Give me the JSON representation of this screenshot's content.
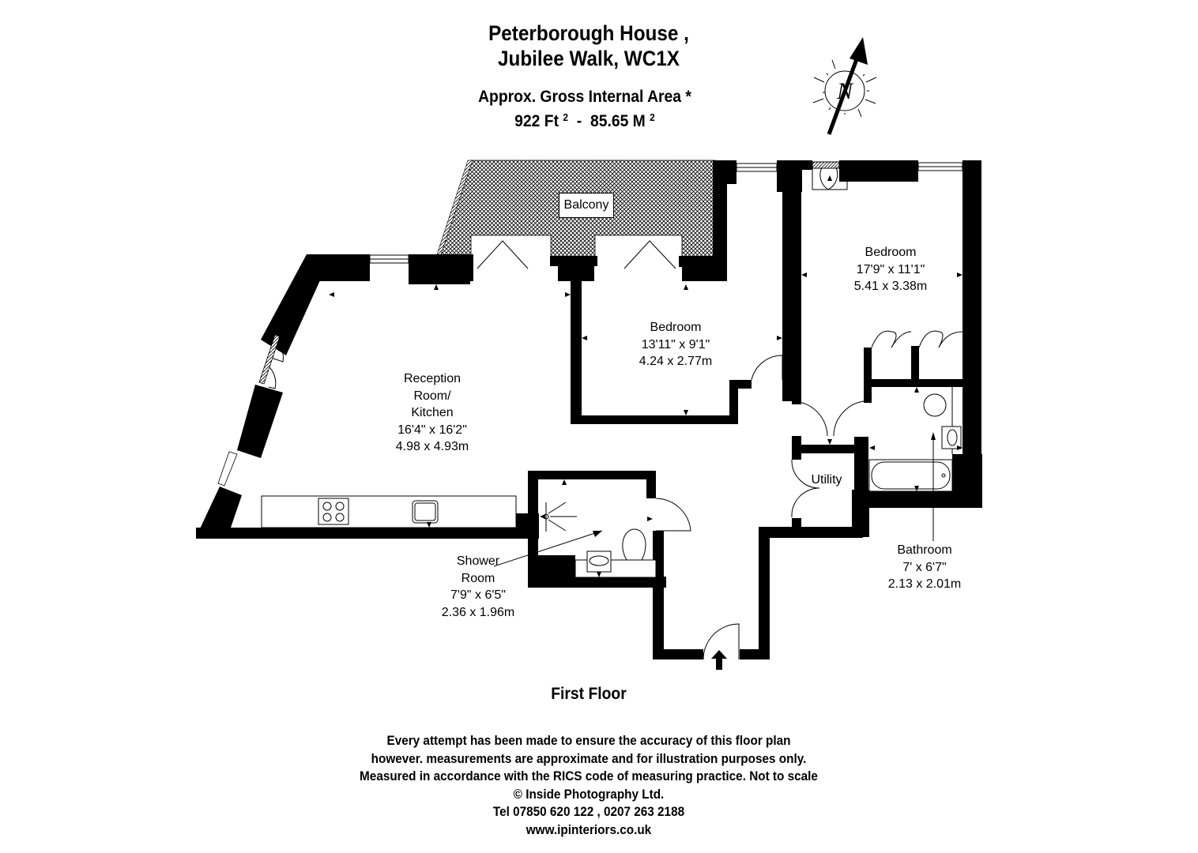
{
  "header": {
    "title_line1": "Peterborough House ,",
    "title_line2": "Jubilee Walk, WC1X",
    "area_label": "Approx. Gross Internal Area *",
    "area_sqft": "922 Ft",
    "area_separator": "-",
    "area_sqm": "85.65 M",
    "area_unit_sup": "2"
  },
  "compass": {
    "icon": "north-arrow-icon",
    "label": "N"
  },
  "rooms": {
    "balcony": {
      "name": "Balcony"
    },
    "reception": {
      "name_line1": "Reception",
      "name_line2": "Room/",
      "name_line3": "Kitchen",
      "imperial": "16'4\" x 16'2\"",
      "metric": "4.98 x 4.93m"
    },
    "bedroom1": {
      "name": "Bedroom",
      "imperial": "13'11\" x 9'1\"",
      "metric": "4.24 x 2.77m"
    },
    "bedroom2": {
      "name": "Bedroom",
      "imperial": "17'9\" x 11'1\"",
      "metric": "5.41 x 3.38m"
    },
    "utility": {
      "name": "Utility"
    },
    "shower": {
      "name_line1": "Shower",
      "name_line2": "Room",
      "imperial": "7'9\" x 6'5\"",
      "metric": "2.36 x 1.96m"
    },
    "bathroom": {
      "name": "Bathroom",
      "imperial": "7' x 6'7\"",
      "metric": "2.13 x 2.01m"
    }
  },
  "floor": {
    "label": "First Floor"
  },
  "footer": {
    "lines": [
      "Every attempt has been made to ensure the accuracy of this floor plan",
      "however. measurements are approximate and for illustration purposes only.",
      "Measured in accordance with the RICS code of measuring practice. Not to scale",
      "© Inside Photography Ltd.",
      "Tel 07850 620 122 , 0207 263 2188",
      "www.ipinteriors.co.uk"
    ]
  },
  "colors": {
    "wall": "#000000",
    "background": "#ffffff",
    "hatch": "#000000"
  }
}
